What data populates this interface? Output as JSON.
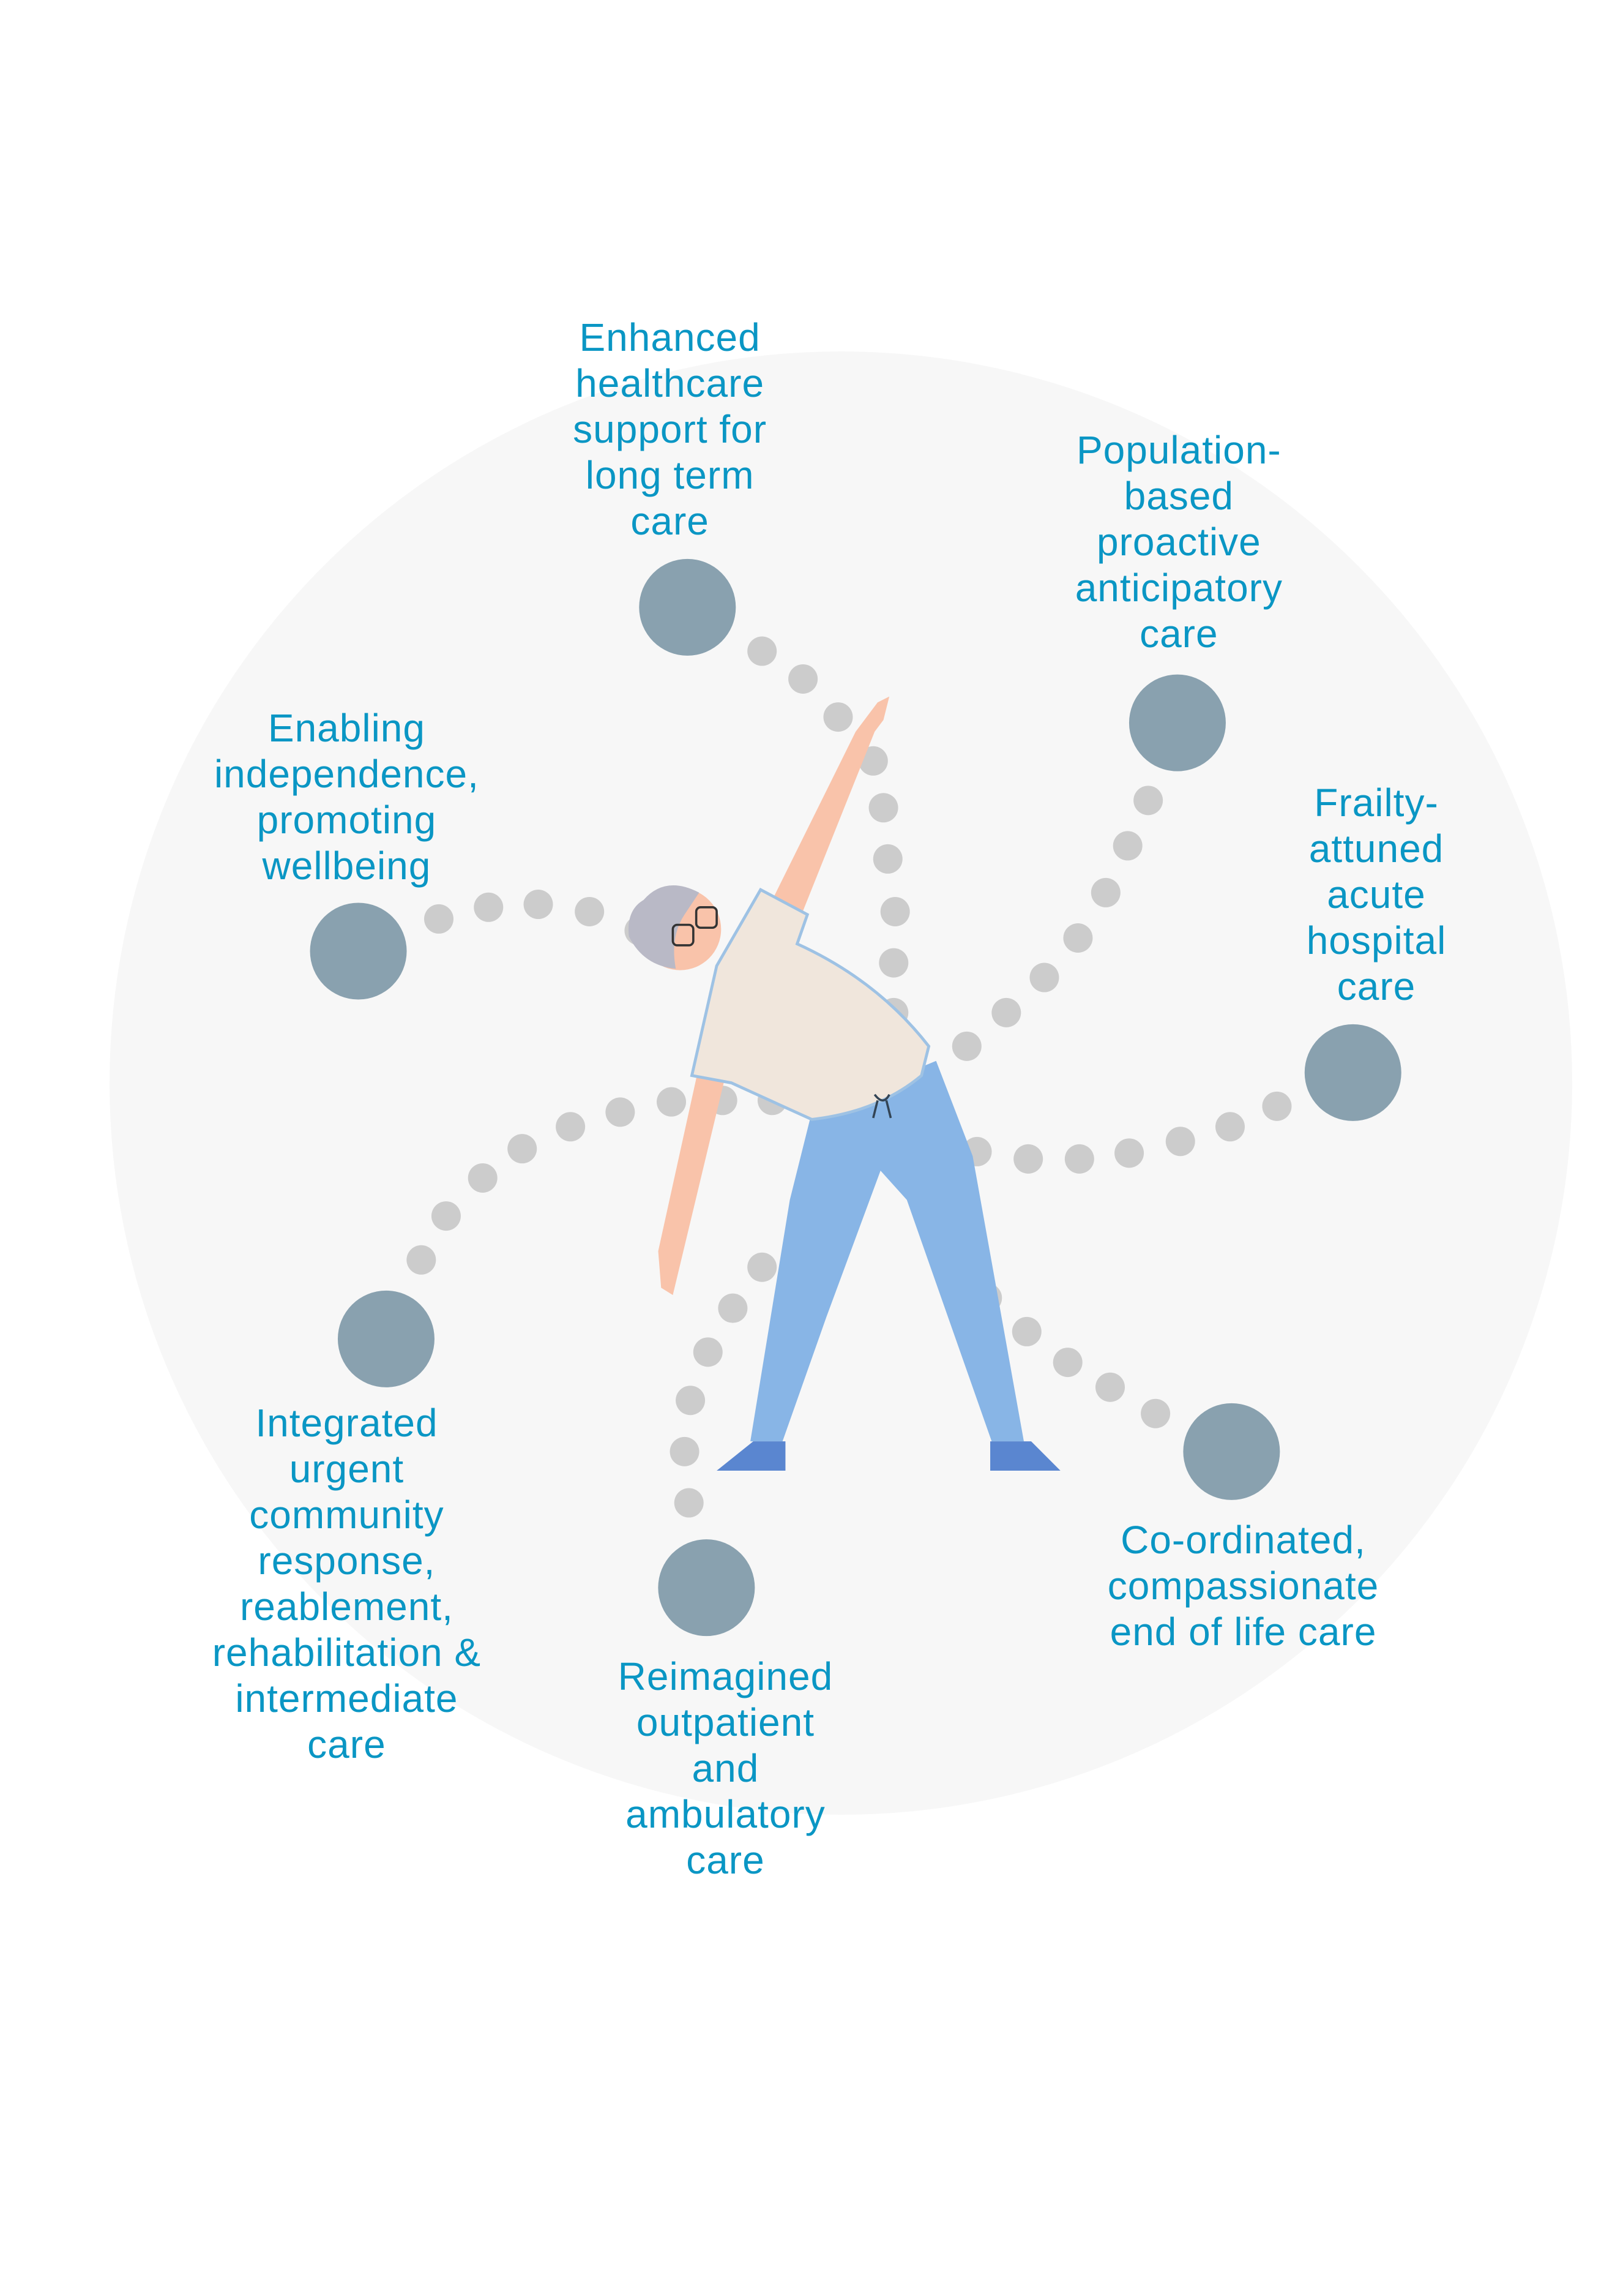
{
  "colors": {
    "text": "#0a96c4",
    "node": "#89a1af",
    "dot": "#cccccc",
    "background_circle": "#f7f7f7"
  },
  "items": [
    {
      "id": "enhanced",
      "lines": [
        "Enhanced",
        "healthcare",
        "support for",
        "long term",
        "care"
      ]
    },
    {
      "id": "population",
      "lines": [
        "Population-",
        "based",
        "proactive",
        "anticipatory",
        "care"
      ]
    },
    {
      "id": "frailty",
      "lines": [
        "Frailty-",
        "attuned",
        "acute",
        "hospital",
        "care"
      ]
    },
    {
      "id": "coordinated",
      "lines": [
        "Co-ordinated,",
        "compassionate",
        "end of life care"
      ]
    },
    {
      "id": "reimagined",
      "lines": [
        "Reimagined",
        "outpatient",
        "and",
        "ambulatory",
        "care"
      ]
    },
    {
      "id": "integrated",
      "lines": [
        "Integrated",
        "urgent",
        "community",
        "response,",
        "reablement,",
        "rehabilitation &",
        "intermediate",
        "care"
      ]
    },
    {
      "id": "enabling",
      "lines": [
        "Enabling",
        "independence,",
        "promoting",
        "wellbeing"
      ]
    }
  ]
}
